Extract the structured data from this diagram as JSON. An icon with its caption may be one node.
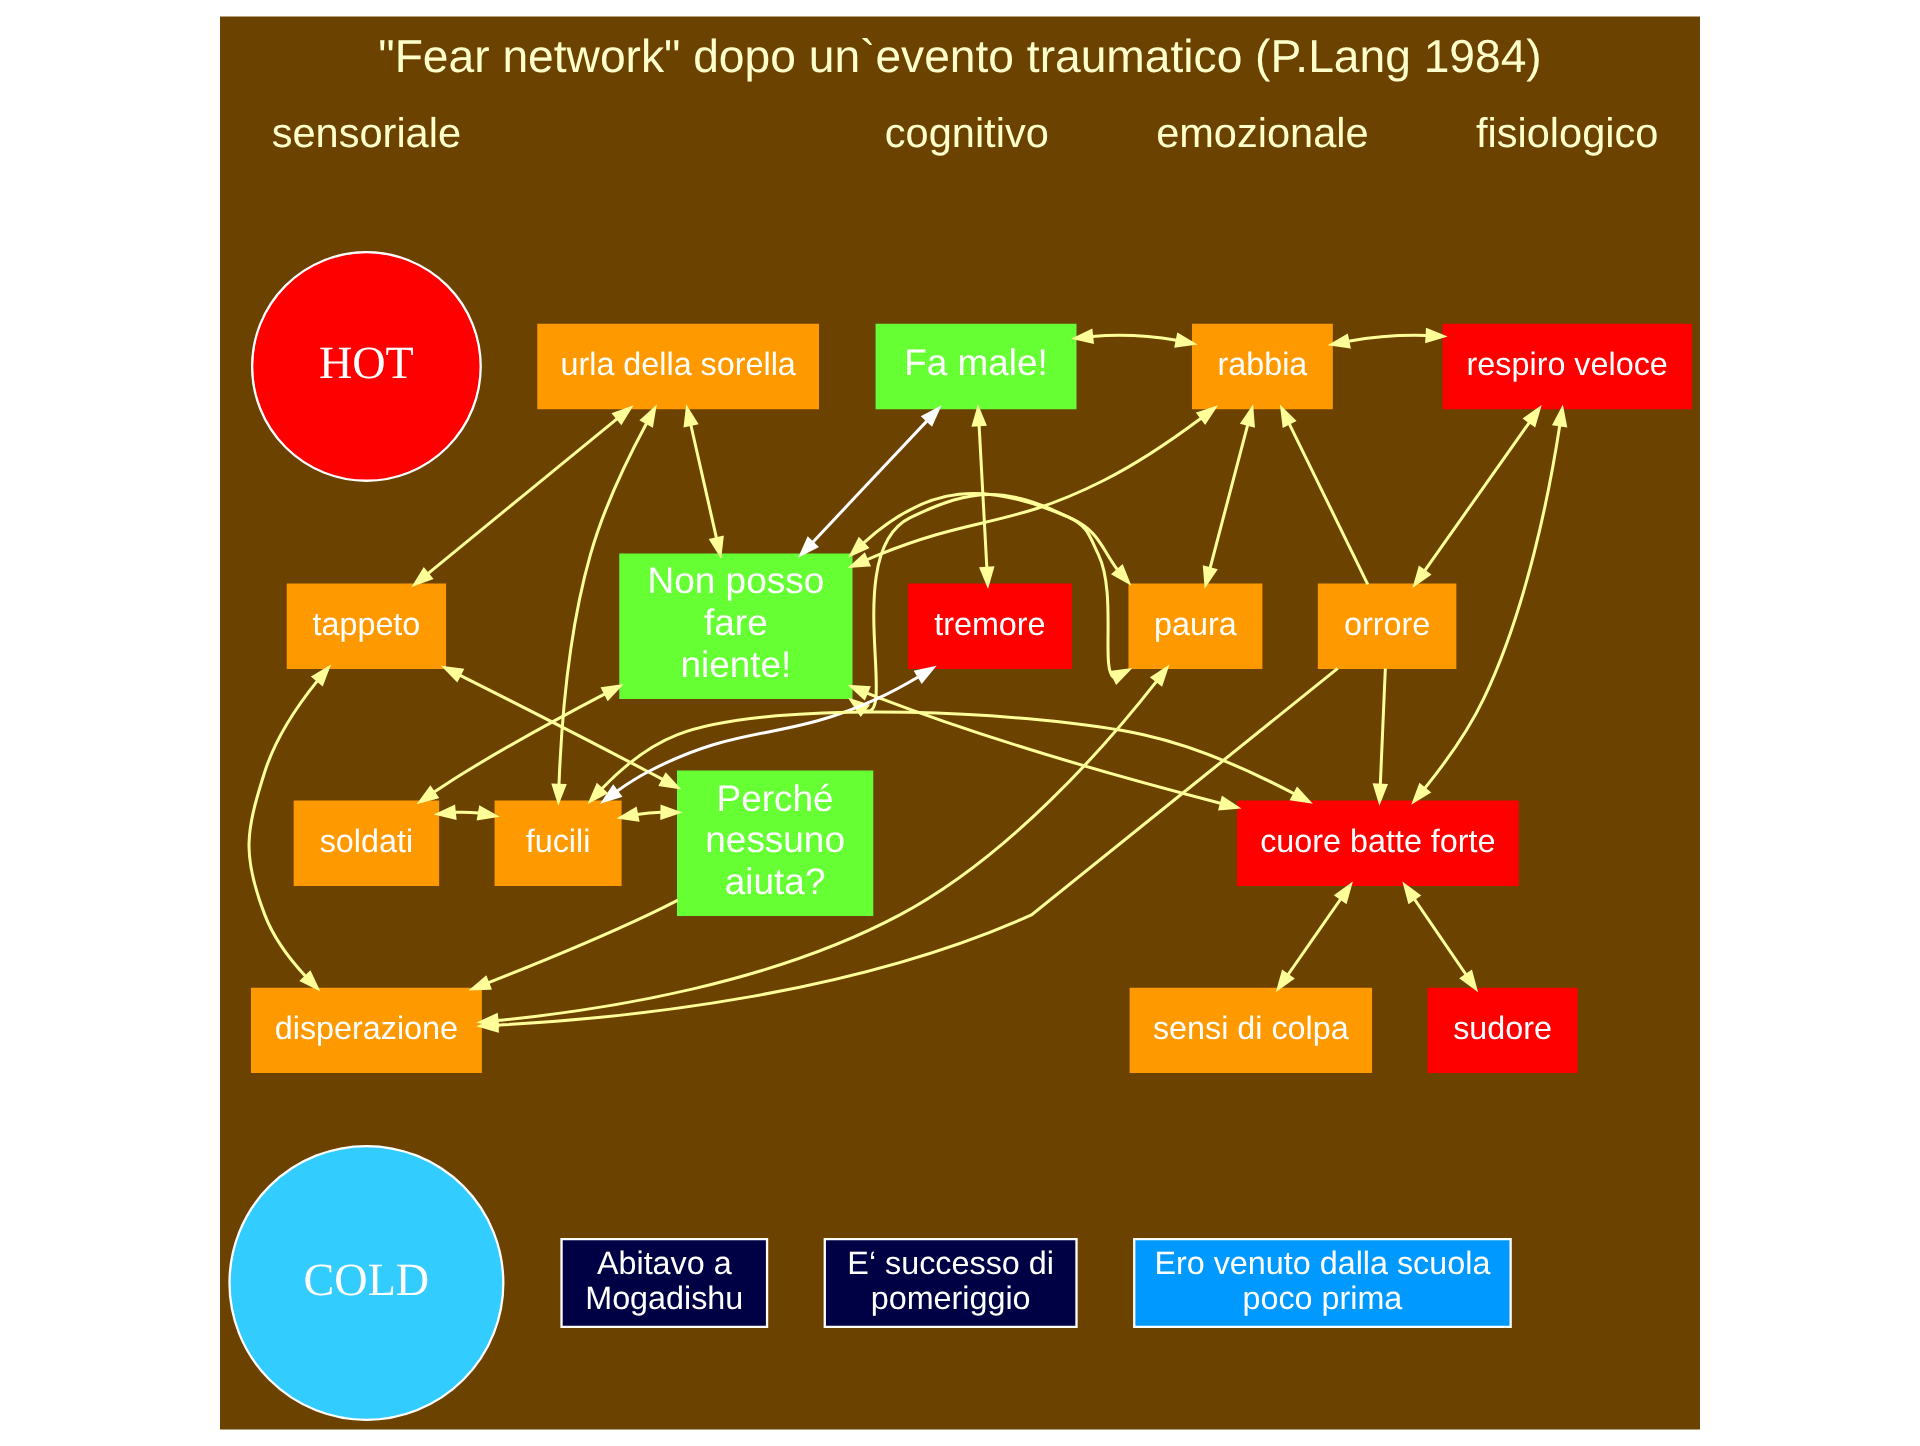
{
  "diagram": {
    "title": "\"Fear network\" dopo un`evento traumatico (P.Lang 1984)",
    "nodes": [
      {
        "text": [
          "HOT"
        ]
      },
      {
        "text": [
          "urla della sorella"
        ]
      },
      {
        "text": [
          "Fa male!"
        ]
      },
      {
        "text": [
          "rabbia"
        ]
      },
      {
        "text": [
          "respiro veloce"
        ]
      },
      {
        "text": [
          "tappeto"
        ]
      },
      {
        "text": [
          "Non posso fare niente!"
        ]
      },
      {
        "text": [
          "paura"
        ]
      },
      {
        "text": [
          "orrore"
        ]
      },
      {
        "text": [
          "tremore"
        ]
      },
      {
        "text": [
          "soldati"
        ]
      },
      {
        "text": [
          "fucili"
        ]
      },
      {
        "text": [
          "Perché nessuno aiuta?"
        ]
      },
      {
        "text": [
          "cuore batte forte"
        ]
      },
      {
        "text": [
          "disperazione"
        ]
      },
      {
        "text": [
          "sudore"
        ]
      },
      {
        "text": [
          "sensi di colpa"
        ]
      },
      {
        "text": [
          "COLD"
        ]
      },
      {
        "text": [
          "Abitavo a Mogadishu"
        ]
      },
      {
        "text": [
          "E‘ successo di pomeriggio"
        ]
      },
      {
        "text": [
          "Ero venuto dalla scuola poco prima"
        ]
      }
    ],
    "edges": [
      {
        "from": 1,
        "to": 5,
        "arrow": "both"
      },
      {
        "from": 1,
        "to": 6,
        "arrow": "both"
      },
      {
        "from": 1,
        "to": 11,
        "arrow": "both"
      },
      {
        "from": 2,
        "to": 6,
        "arrow": "both",
        "color": "#ffffff"
      },
      {
        "from": 2,
        "to": 3,
        "arrow": "both"
      },
      {
        "from": 2,
        "to": 9,
        "arrow": "both"
      },
      {
        "from": 6,
        "to": 3,
        "arrow": "both"
      },
      {
        "from": 6,
        "to": 7,
        "arrow": "both"
      },
      {
        "from": 7,
        "to": 3,
        "arrow": "both"
      },
      {
        "from": 3,
        "to": 4,
        "arrow": "both"
      },
      {
        "from": 8,
        "to": 4,
        "arrow": "both"
      },
      {
        "from": 8,
        "to": 3,
        "arrow": "to"
      },
      {
        "from": 10,
        "to": 6,
        "arrow": "both"
      },
      {
        "from": 10,
        "to": 11,
        "arrow": "both"
      },
      {
        "from": 11,
        "to": 12,
        "arrow": "both"
      },
      {
        "from": 5,
        "to": 14,
        "arrow": "both"
      },
      {
        "from": 5,
        "to": 12,
        "arrow": "both"
      },
      {
        "from": 7,
        "to": 6,
        "arrow": "both"
      },
      {
        "from": 6,
        "to": 13,
        "arrow": "both"
      },
      {
        "from": 11,
        "to": 9,
        "arrow": "both",
        "color": "#ffffff"
      },
      {
        "from": 11,
        "to": 13,
        "arrow": "both"
      },
      {
        "from": 12,
        "to": 14,
        "arrow": "to"
      },
      {
        "from": 7,
        "to": 14,
        "arrow": "both"
      },
      {
        "from": 8,
        "to": 14,
        "arrow": "to"
      },
      {
        "from": 8,
        "to": 13,
        "arrow": "to"
      },
      {
        "from": 4,
        "to": 13,
        "arrow": "both"
      },
      {
        "from": 13,
        "to": 15,
        "arrow": "both"
      },
      {
        "from": 13,
        "to": 16,
        "arrow": "both"
      }
    ],
    "labels": [
      "sensoriale",
      "cognitivo",
      "emozionale",
      "fisiologico"
    ]
  }
}
